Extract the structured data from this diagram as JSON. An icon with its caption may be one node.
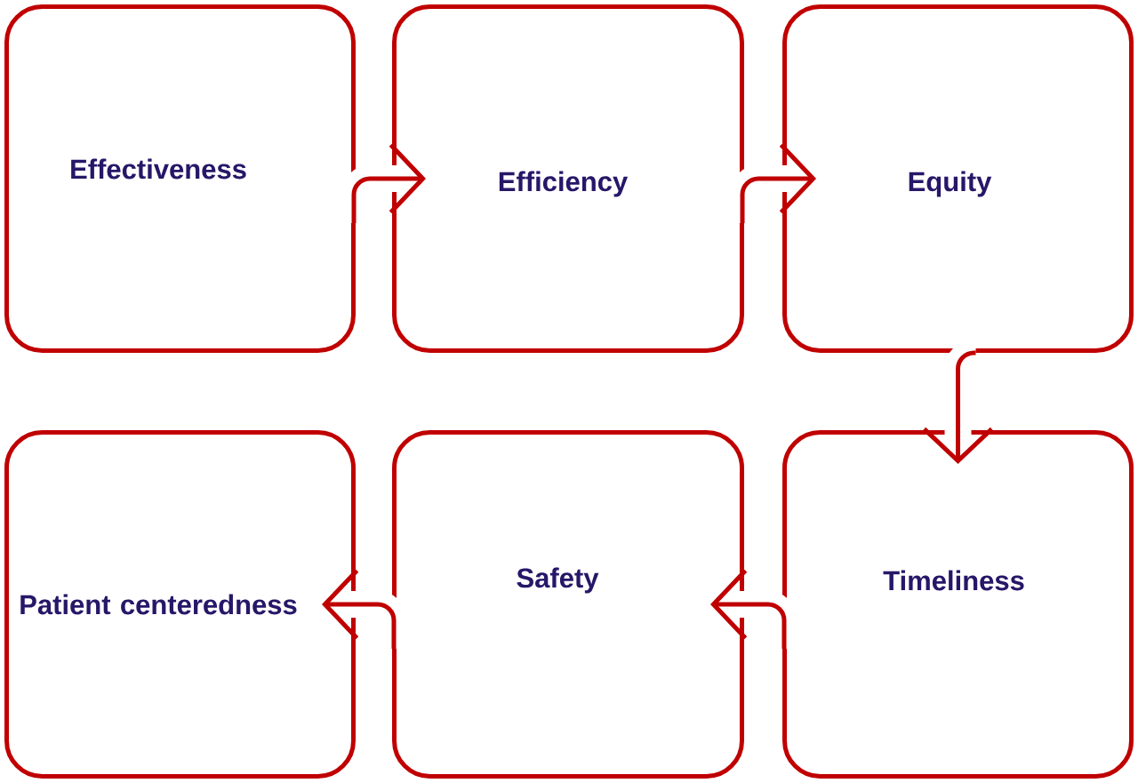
{
  "diagram": {
    "nodes": [
      {
        "text": [
          "Effectiveness"
        ]
      },
      {
        "text": [
          "Efficiency"
        ]
      },
      {
        "text": [
          "Equity"
        ]
      },
      {
        "text": [
          "Timeliness"
        ]
      },
      {
        "text": [
          "Safety"
        ]
      },
      {
        "text": [
          "Patient centeredness"
        ]
      }
    ],
    "edges": [
      {
        "from": 0,
        "to": 1,
        "arrow": "to"
      },
      {
        "from": 1,
        "to": 2,
        "arrow": "to"
      },
      {
        "from": 2,
        "to": 3,
        "arrow": "to"
      },
      {
        "from": 3,
        "to": 4,
        "arrow": "to"
      },
      {
        "from": 4,
        "to": 5,
        "arrow": "to"
      }
    ]
  }
}
